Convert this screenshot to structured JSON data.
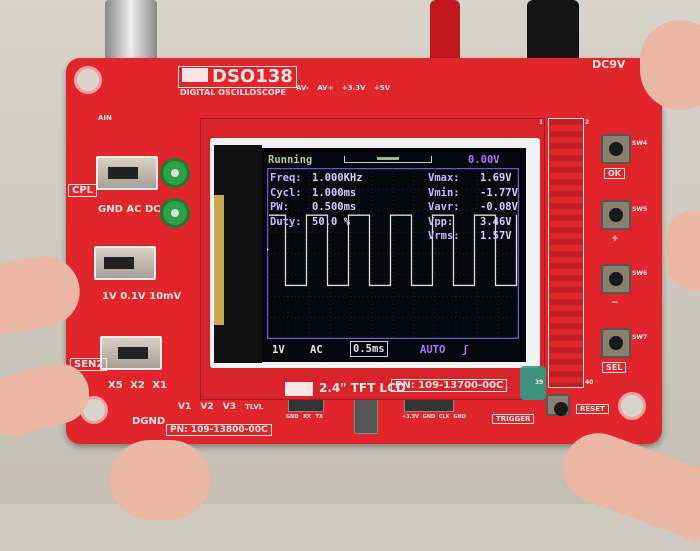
{
  "board": {
    "logo": "DSO138",
    "subtitle": "DIGITAL OSCILLOSCOPE",
    "power_pins": [
      "AV-",
      "AV+",
      "+3.3V",
      "+5V"
    ],
    "ain": "AIN",
    "cpl_label": "CPL",
    "cpl_options": [
      "GND",
      "AC",
      "DC"
    ],
    "sen1_options": [
      "1V",
      "0.1V",
      "10mV"
    ],
    "sen2_label": "SEN2",
    "sen2_options": [
      "X5",
      "X2",
      "X1"
    ],
    "dgnd": "DGND",
    "pn_main": "PN: 109-13800-00C",
    "test_points": [
      "V1",
      "V2",
      "V3",
      "TLVL"
    ],
    "lcd_label": "2.4\" TFT LCD",
    "pn_lcd": "PN: 109-13700-00C",
    "dc_label": "DC9V",
    "buttons": [
      {
        "id": "SW4",
        "label": "OK"
      },
      {
        "id": "SW5",
        "label": "+"
      },
      {
        "id": "SW6",
        "label": "−"
      },
      {
        "id": "SW7",
        "label": "SEL"
      }
    ],
    "serial_pins": [
      "GND",
      "RX",
      "TX"
    ],
    "prog_pins": [
      "+3.3V",
      "GND",
      "CLK",
      "GND"
    ],
    "trigger": "TRIGGER",
    "reset": "RESET",
    "header_pins": [
      "1",
      "2",
      "39",
      "40"
    ]
  },
  "screen": {
    "status": "Running",
    "trigger_level": "0.00V",
    "measure_left": [
      {
        "label": "Freq:",
        "value": "1.000KHz"
      },
      {
        "label": "Cycl:",
        "value": "1.000ms"
      },
      {
        "label": "PW:",
        "value": "0.500ms"
      },
      {
        "label": "Duty:",
        "value": "50.0 %"
      }
    ],
    "measure_right": [
      {
        "label": "Vmax:",
        "value": "1.69V"
      },
      {
        "label": "Vmin:",
        "value": "-1.77V"
      },
      {
        "label": "Vavr:",
        "value": "-0.08V"
      },
      {
        "label": "Vpp:",
        "value": "3.46V"
      },
      {
        "label": "Vrms:",
        "value": "1.57V"
      }
    ],
    "sensitivity": "1V",
    "coupling": "AC",
    "timebase": "0.5ms",
    "trigger_mode": "AUTO",
    "trigger_edge": "ʃ",
    "colors": {
      "status": "#9fd09f",
      "level": "#b070ff",
      "text": "#c8b8ff",
      "grid": "#3a2a90",
      "trace": "#dddddd",
      "mode": "#b070ff"
    }
  },
  "waveform": {
    "type": "square",
    "frequency_hz": 1000,
    "vmax": 1.69,
    "vmin": -1.77,
    "time_per_div_ms": 0.5,
    "volts_per_div": 1
  }
}
